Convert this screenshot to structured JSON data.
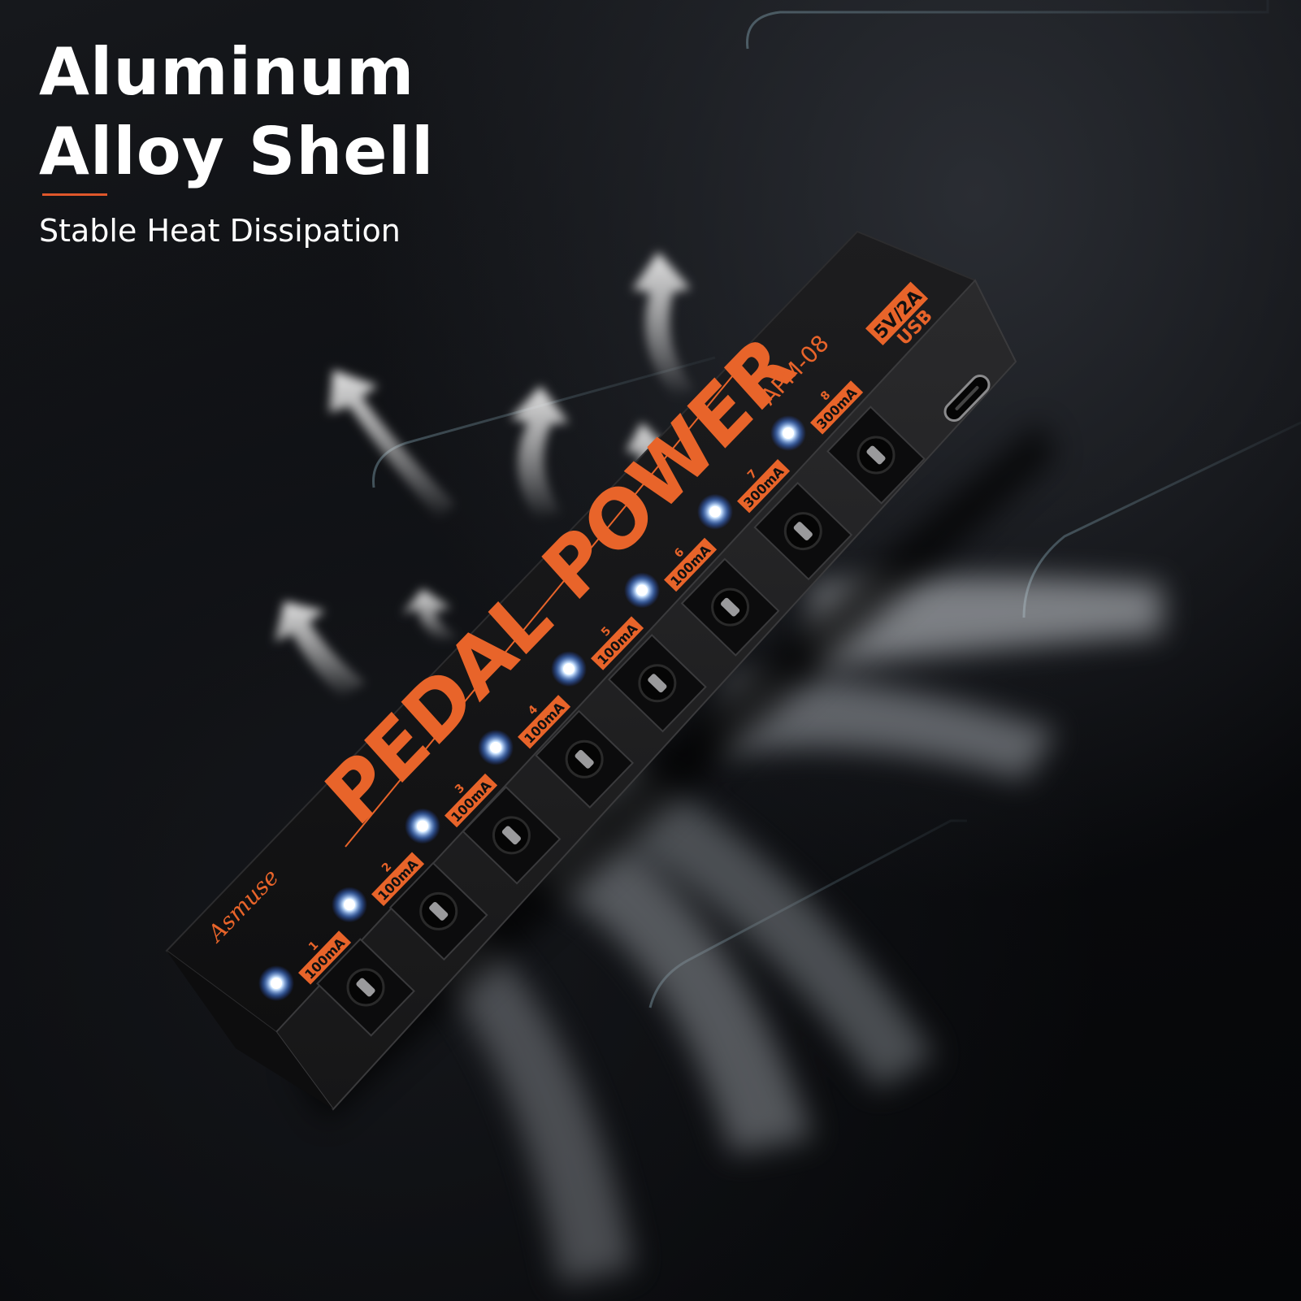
{
  "headline": {
    "line1": "Aluminum",
    "line2": "Alloy Shell",
    "subtitle": "Stable Heat Dissipation"
  },
  "device": {
    "brand": "Asmuse",
    "name": "PEDAL POWER",
    "model": "APM-08",
    "usb_label_top": "5V/2A",
    "usb_label_bottom": "USB",
    "outputs": [
      {
        "num": "1",
        "current": "100mA"
      },
      {
        "num": "2",
        "current": "100mA"
      },
      {
        "num": "3",
        "current": "100mA"
      },
      {
        "num": "4",
        "current": "100mA"
      },
      {
        "num": "5",
        "current": "100mA"
      },
      {
        "num": "6",
        "current": "100mA"
      },
      {
        "num": "7",
        "current": "300mA"
      },
      {
        "num": "8",
        "current": "300mA"
      }
    ]
  },
  "colors": {
    "accent": "#e0572b",
    "label_orange": "#e8642a",
    "led_blue": "#cfe6ff",
    "body": "#121212"
  }
}
